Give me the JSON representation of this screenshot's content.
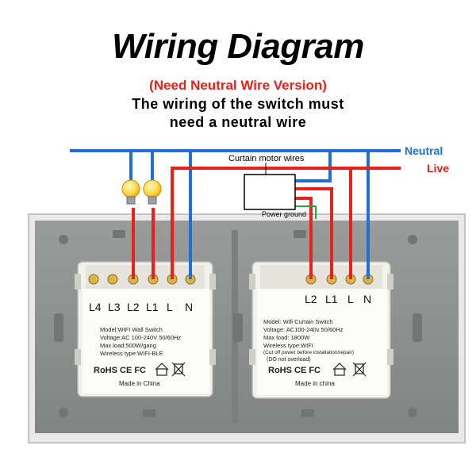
{
  "header": {
    "title": "Wiring Diagram",
    "subtitle": "(Need Neutral Wire Version)",
    "description_line1": "The wiring of the switch must",
    "description_line2": "need a neutral wire"
  },
  "wires": {
    "neutral_label": "Neutral",
    "live_label": "Live",
    "curtain_motor_label": "Curtain motor wires",
    "power_ground_label": "Power ground"
  },
  "switch_left": {
    "terminals": [
      "L4",
      "L3",
      "L2",
      "L1",
      "L",
      "N"
    ],
    "model": "Model:WIFI Wall Switch",
    "voltage": "Voltage:AC 100-240V 50/60Hz",
    "max_load": "Max.load:500W/gang",
    "wireless": "Wireless type:WIFI-BLE",
    "certs": "RoHS CE FC",
    "made_in": "Made in China"
  },
  "switch_right": {
    "terminals": [
      "L2",
      "L1",
      "L",
      "N"
    ],
    "model": "Model: Wifi Curtain Switch",
    "voltage": "Voltage: AC100-240v 50/60Hz",
    "max_load": "Max load: 1800W",
    "wireless": "Wireless type:WIFI",
    "cutoff": "(Cut off power before installation/repair)",
    "no_overload": "(DO not overload)",
    "certs": "RoHS CE FC",
    "made_in": "Made in china"
  },
  "colors": {
    "neutral": "#1f6fd6",
    "live": "#e8211b",
    "label_blue": "#1f6fd6",
    "label_red": "#e8211b",
    "plate": "#8f9190"
  }
}
